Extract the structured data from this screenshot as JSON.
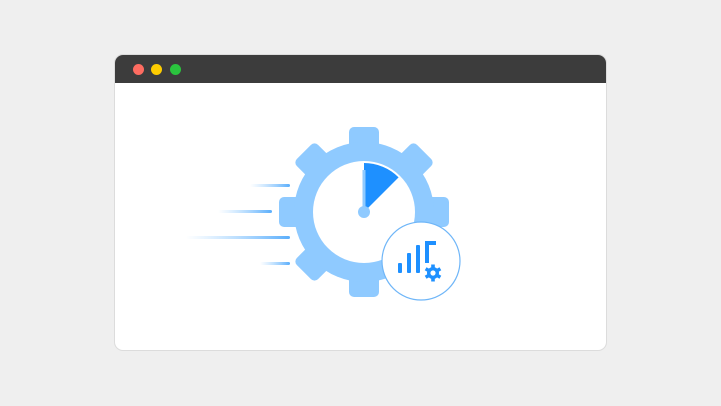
{
  "window": {
    "controls": [
      {
        "name": "close",
        "color": "#fe6c61"
      },
      {
        "name": "minimize",
        "color": "#fdcc00"
      },
      {
        "name": "maximize",
        "color": "#2ac43e"
      }
    ]
  },
  "illustration": {
    "primary_color": "#8fcaff",
    "accent_color": "#1e90ff",
    "icons": [
      "speed-lines-icon",
      "gear-icon",
      "stopwatch-icon",
      "bar-chart-gear-icon"
    ]
  }
}
